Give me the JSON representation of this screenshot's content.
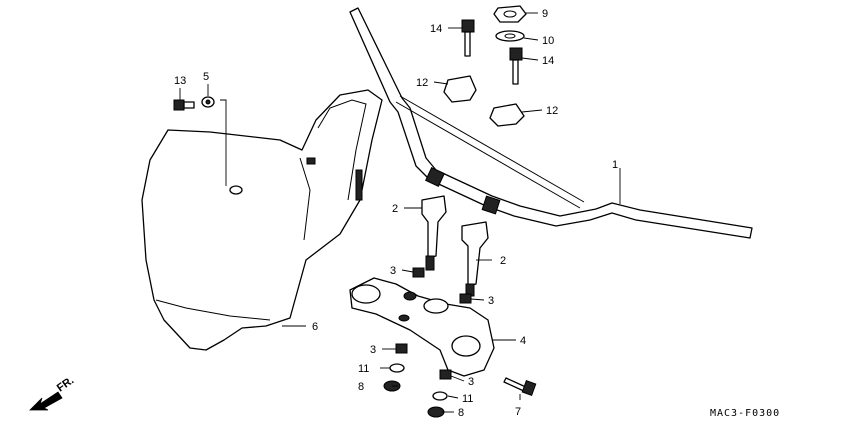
{
  "diagram": {
    "code": "MAC3-F0300",
    "direction": "FR.",
    "callouts": [
      {
        "id": "c1",
        "text": "1"
      },
      {
        "id": "c2a",
        "text": "2"
      },
      {
        "id": "c2b",
        "text": "2"
      },
      {
        "id": "c3a",
        "text": "3"
      },
      {
        "id": "c3b",
        "text": "3"
      },
      {
        "id": "c3c",
        "text": "3"
      },
      {
        "id": "c3d",
        "text": "3"
      },
      {
        "id": "c4",
        "text": "4"
      },
      {
        "id": "c5",
        "text": "5"
      },
      {
        "id": "c6",
        "text": "6"
      },
      {
        "id": "c7",
        "text": "7"
      },
      {
        "id": "c8a",
        "text": "8"
      },
      {
        "id": "c8b",
        "text": "8"
      },
      {
        "id": "c9",
        "text": "9"
      },
      {
        "id": "c10",
        "text": "10"
      },
      {
        "id": "c11a",
        "text": "11"
      },
      {
        "id": "c11b",
        "text": "11"
      },
      {
        "id": "c12a",
        "text": "12"
      },
      {
        "id": "c12b",
        "text": "12"
      },
      {
        "id": "c13",
        "text": "13"
      },
      {
        "id": "c14a",
        "text": "14"
      },
      {
        "id": "c14b",
        "text": "14"
      }
    ]
  }
}
